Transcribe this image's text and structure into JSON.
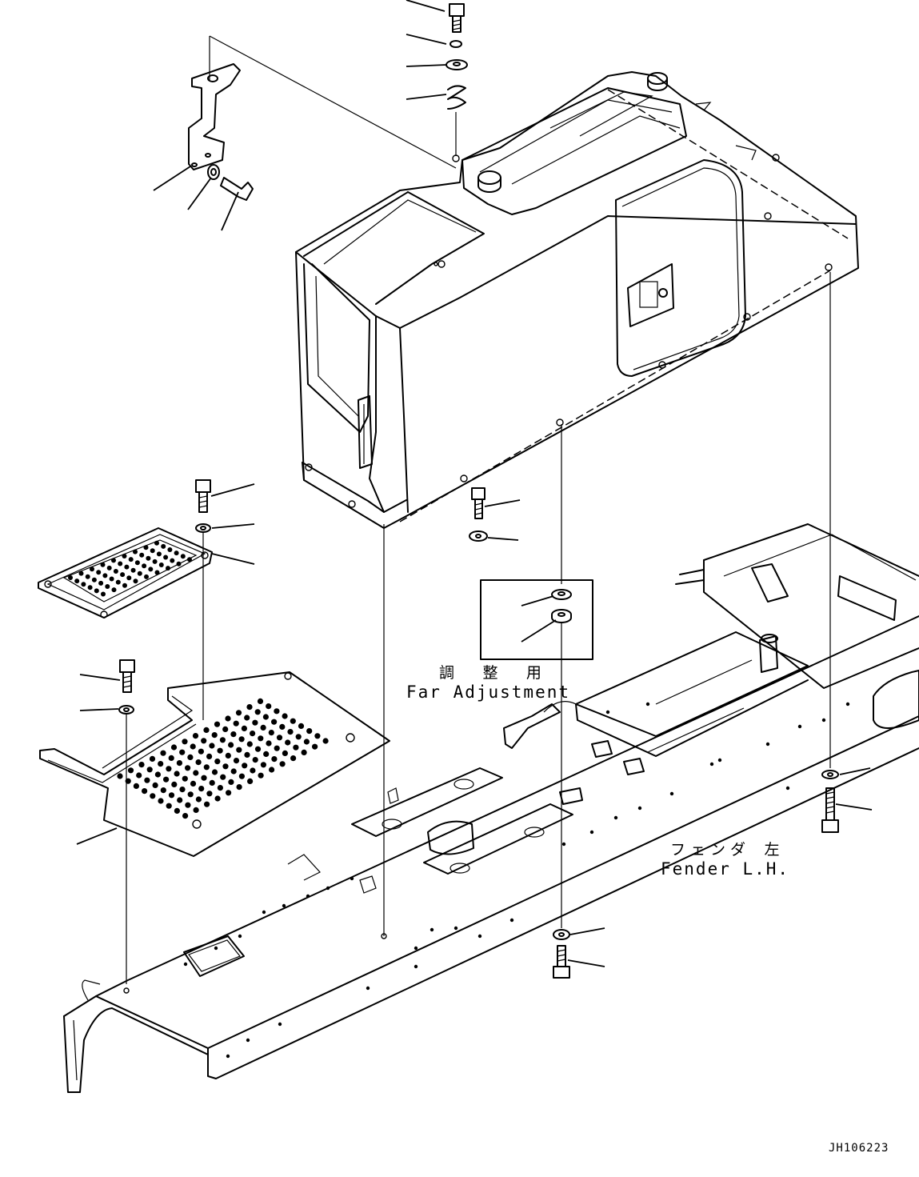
{
  "annotations": {
    "adjustment_jp": "調 整 用",
    "adjustment_en": "Far Adjustment",
    "fender_jp": "フェンダ 左",
    "fender_en": "Fender L.H."
  },
  "drawing_code": "JH106223",
  "colors": {
    "line": "#000000",
    "background": "#ffffff"
  }
}
